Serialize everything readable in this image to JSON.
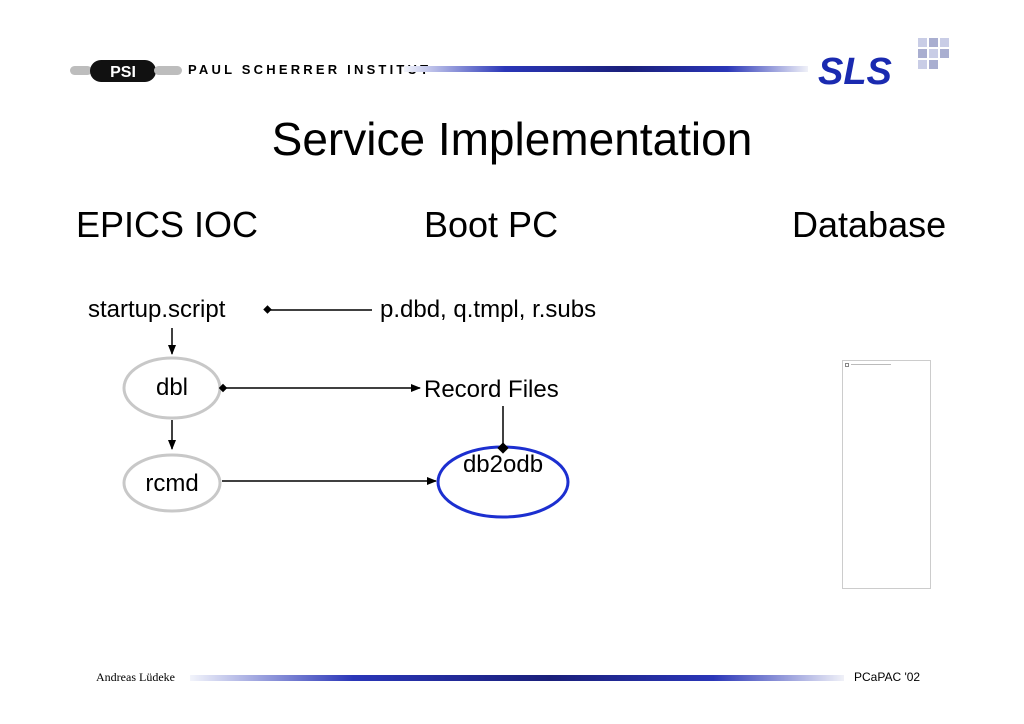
{
  "header": {
    "logo_left": "PSI",
    "institute": "PAUL SCHERRER INSTITUT",
    "logo_right": "SLS"
  },
  "title": "Service Implementation",
  "columns": {
    "ioc": "EPICS IOC",
    "boot": "Boot PC",
    "database": "Database"
  },
  "diagram": {
    "startup": "startup.script",
    "inputs": "p.dbd, q.tmpl, r.subs",
    "record_files": "Record Files",
    "dbl": "dbl",
    "rcmd": "rcmd",
    "db2odb": "db2odb"
  },
  "colors": {
    "node_gray": "#c8c8c8",
    "node_blue": "#1c2fd0",
    "line": "#000000",
    "accent_blue": "#1a1f7a"
  },
  "footer": {
    "author": "Andreas Lüdeke",
    "event": "PCaPAC '02"
  }
}
